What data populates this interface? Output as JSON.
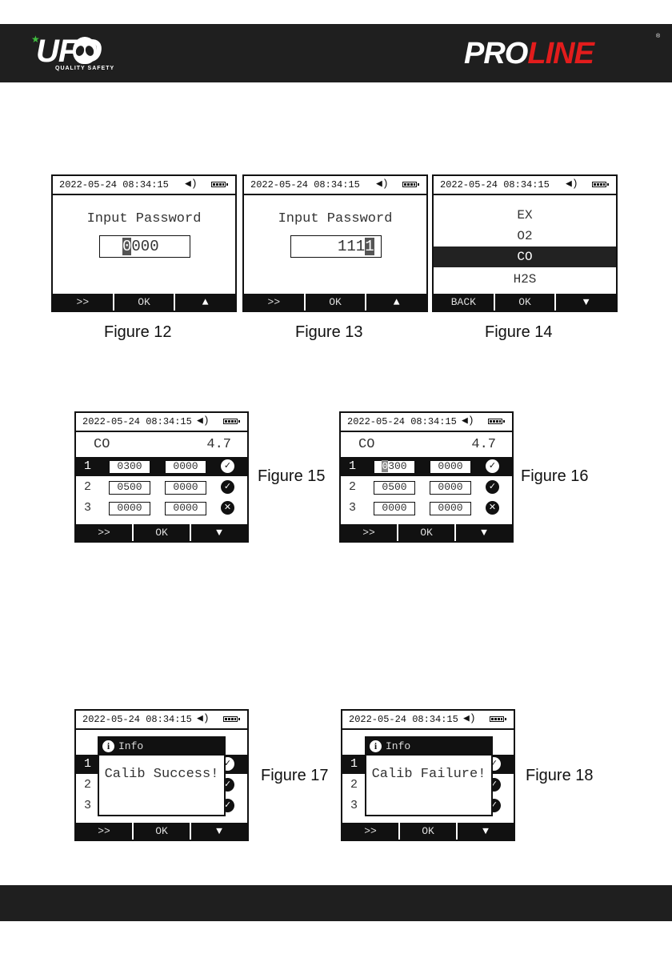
{
  "header": {
    "ufo_logo": "UFO",
    "ufo_tagline": "QUALITY SAFETY",
    "proline_pro": "PRO",
    "proline_line": "LINE",
    "registered": "®"
  },
  "status": {
    "datetime": "2022-05-24 08:34:15"
  },
  "fig12": {
    "title": "Input Password",
    "pw_hl": "0",
    "pw_rest": "000",
    "keys": [
      ">>",
      "OK",
      "▲"
    ],
    "caption": "Figure 12"
  },
  "fig13": {
    "title": "Input Password",
    "pw_rest": "111",
    "pw_hl": "1",
    "keys": [
      ">>",
      "OK",
      "▲"
    ],
    "caption": "Figure 13"
  },
  "fig14": {
    "items": [
      "EX",
      "O2",
      "CO",
      "H2S"
    ],
    "selected": "CO",
    "keys": [
      "BACK",
      "OK",
      "▼"
    ],
    "caption": "Figure 14"
  },
  "fig15": {
    "gas": "CO",
    "value": "4.7",
    "rows": [
      {
        "idx": "1",
        "a": "0300",
        "b": "0000",
        "state": "✓"
      },
      {
        "idx": "2",
        "a": "0500",
        "b": "0000",
        "state": "✓"
      },
      {
        "idx": "3",
        "a": "0000",
        "b": "0000",
        "state": "✕"
      }
    ],
    "keys": [
      ">>",
      "OK",
      "▼"
    ],
    "caption": "Figure 15"
  },
  "fig16": {
    "gas": "CO",
    "value": "4.7",
    "row1_hl": "0",
    "row1_rest": "300",
    "rows": [
      {
        "idx": "1",
        "a": "0300",
        "b": "0000",
        "state": "✓"
      },
      {
        "idx": "2",
        "a": "0500",
        "b": "0000",
        "state": "✓"
      },
      {
        "idx": "3",
        "a": "0000",
        "b": "0000",
        "state": "✕"
      }
    ],
    "keys": [
      ">>",
      "OK",
      "▼"
    ],
    "caption": "Figure 16"
  },
  "fig17": {
    "dialog_title": "Info",
    "message": "Calib Success!",
    "rows": [
      "1",
      "2",
      "3"
    ],
    "keys": [
      ">>",
      "OK",
      "▼"
    ],
    "caption": "Figure 17"
  },
  "fig18": {
    "dialog_title": "Info",
    "message": "Calib Failure!",
    "rows": [
      "1",
      "2",
      "3"
    ],
    "keys": [
      ">>",
      "OK",
      "▼"
    ],
    "caption": "Figure 18"
  },
  "colors": {
    "header_bg": "#1f1f1f",
    "brand_red": "#e21c1c",
    "accent_green": "#3fbf3f"
  }
}
